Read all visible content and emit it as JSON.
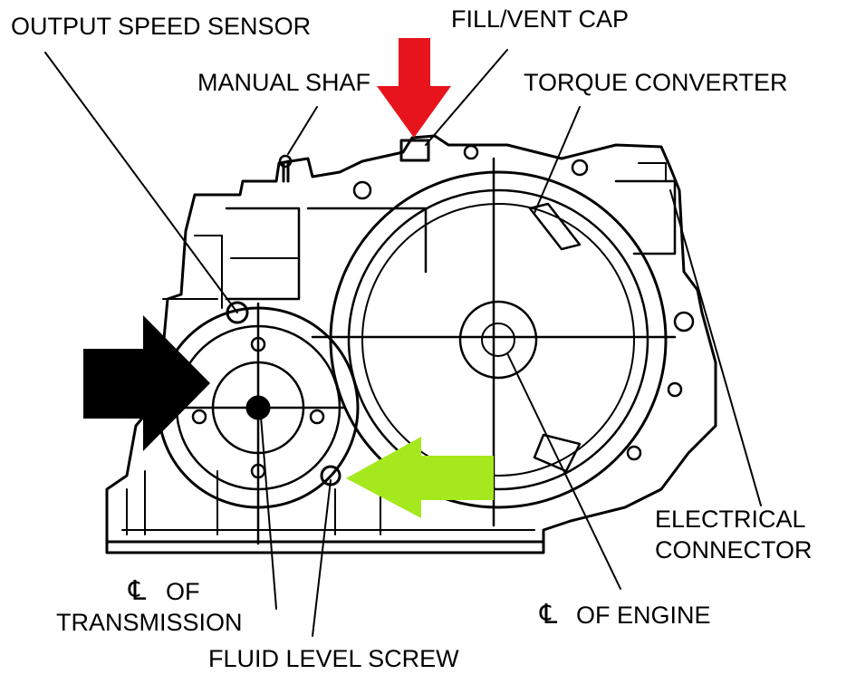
{
  "labels": {
    "output_speed_sensor": "OUTPUT SPEED SENSOR",
    "fill_vent_cap": "FILL/VENT CAP",
    "manual_shaft": "MANUAL SHAF",
    "torque_converter": "TORQUE CONVERTER",
    "electrical_connector_line1": "ELECTRICAL",
    "electrical_connector_line2": "CONNECTOR",
    "cl_transmission_line1": "OF",
    "cl_transmission_line2": "TRANSMISSION",
    "cl_engine": "OF ENGINE",
    "fluid_level_screw": "FLUID LEVEL SCREW",
    "centerline_symbol": "℄"
  },
  "arrows": {
    "fill_cap_arrow_color": "#e8141b",
    "sensor_arrow_color": "#000000",
    "fluid_screw_arrow_color": "#a5e81e"
  }
}
